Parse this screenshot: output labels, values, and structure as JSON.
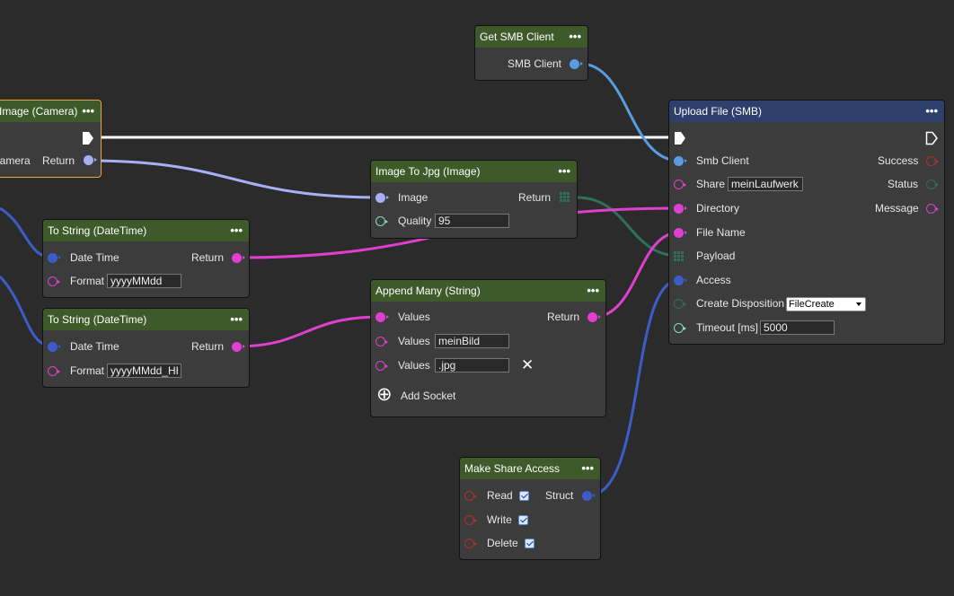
{
  "colors": {
    "background": "#2b2b2b",
    "header_green": "#3e5a2b",
    "header_blue": "#2e3f6b",
    "selected_border": "#e8a63a",
    "socket_client": "#5b9be0",
    "socket_image": "#a7b0f5",
    "socket_string": "#e040d0",
    "socket_datetime": "#3d5cc8",
    "socket_number": "#7fe0c0",
    "socket_bool": "#b03030",
    "socket_binary": "#2f6f5e",
    "exec_wire": "#ffffff"
  },
  "nodes": {
    "camera": {
      "title": "Image (Camera)",
      "menu": "•••",
      "camera_label": "Camera",
      "return_label": "Return"
    },
    "smb_client": {
      "title": "Get SMB Client",
      "menu": "•••",
      "output_label": "SMB Client"
    },
    "upload": {
      "title": "Upload File (SMB)",
      "menu": "•••",
      "inputs": {
        "smb_client": "Smb Client",
        "share": "Share",
        "share_value": "meinLaufwerk",
        "directory": "Directory",
        "file_name": "File Name",
        "payload": "Payload",
        "access": "Access",
        "create_disposition": "Create Disposition",
        "create_disposition_value": "FileCreate",
        "timeout": "Timeout [ms]",
        "timeout_value": "5000"
      },
      "outputs": {
        "success": "Success",
        "status": "Status",
        "message": "Message"
      }
    },
    "to_jpg": {
      "title": "Image To Jpg (Image)",
      "menu": "•••",
      "image_label": "Image",
      "return_label": "Return",
      "quality_label": "Quality",
      "quality_value": "95"
    },
    "to_string_1": {
      "title": "To String (DateTime)",
      "menu": "•••",
      "datetime_label": "Date Time",
      "return_label": "Return",
      "format_label": "Format",
      "format_value": "yyyyMMdd"
    },
    "to_string_2": {
      "title": "To String (DateTime)",
      "menu": "•••",
      "datetime_label": "Date Time",
      "return_label": "Return",
      "format_label": "Format",
      "format_value": "yyyyMMdd_HH"
    },
    "append": {
      "title": "Append Many (String)",
      "menu": "•••",
      "values_label_1": "Values",
      "return_label": "Return",
      "values_label_2": "Values",
      "values_value_2": "meinBild",
      "values_label_3": "Values",
      "values_value_3": ".jpg",
      "remove_icon": "✕",
      "add_socket_label": "Add Socket",
      "add_icon": "⊕"
    },
    "share_access": {
      "title": "Make Share Access",
      "menu": "•••",
      "read_label": "Read",
      "write_label": "Write",
      "delete_label": "Delete",
      "struct_label": "Struct",
      "read_checked": true,
      "write_checked": true,
      "delete_checked": true
    }
  }
}
